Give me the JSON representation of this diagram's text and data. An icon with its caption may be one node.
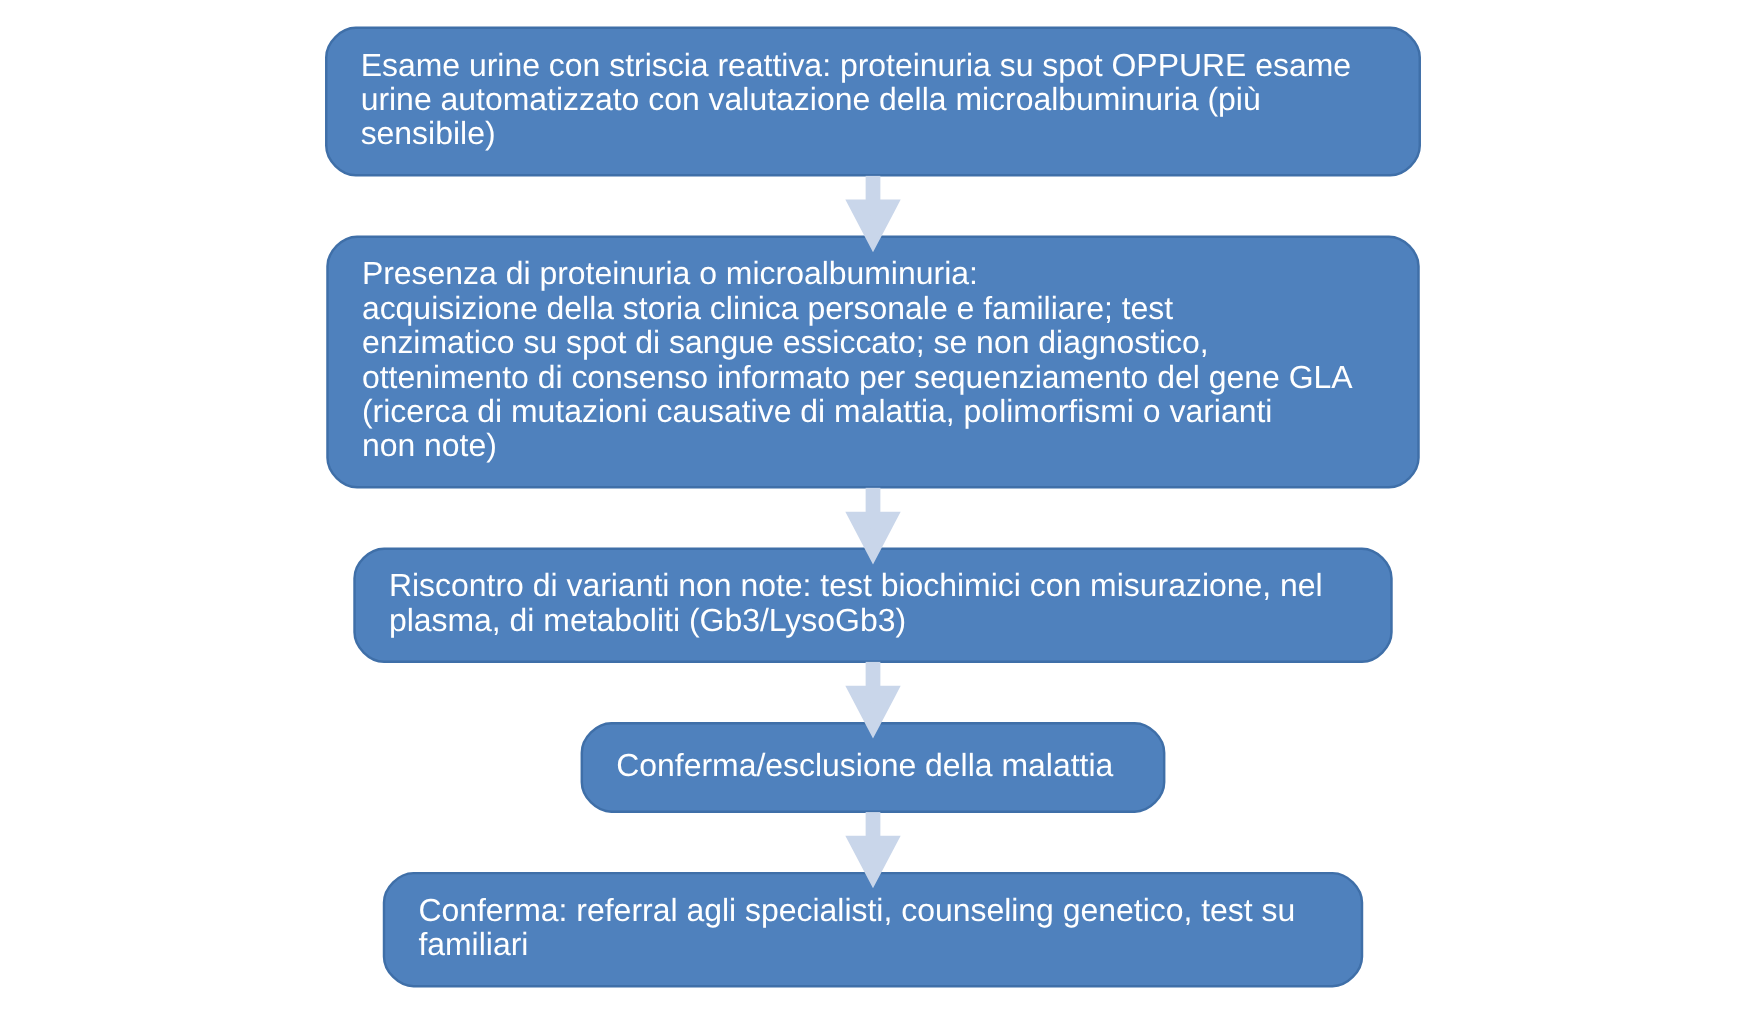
{
  "diagram": {
    "nodes": [
      {
        "text": [
          "Esame urine con striscia reattiva: proteinuria su spot OPPURE esame urine automatizzato con valutazione della microalbuminuria (più sensibile)"
        ]
      },
      {
        "text": [
          "Presenza di proteinuria o microalbuminuria:",
          "acquisizione della storia clinica personale e familiare; test enzimatico su spot di sangue essiccato; se non diagnostico, ottenimento di consenso informato per sequenziamento del gene GLA (ricerca di mutazioni causative di malattia, polimorfismi o varianti non note)"
        ]
      },
      {
        "text": [
          "Riscontro di varianti non note: test biochimici con misurazione, nel plasma, di metaboliti (Gb3/LysoGb3)"
        ]
      },
      {
        "text": [
          "Conferma/esclusione della malattia"
        ]
      },
      {
        "text": [
          "Conferma: referral agli specialisti, counseling genetico, test su familiari"
        ]
      }
    ],
    "edges": [
      {
        "from": 0,
        "to": 1,
        "arrow": "to"
      },
      {
        "from": 1,
        "to": 2,
        "arrow": "to"
      },
      {
        "from": 2,
        "to": 3,
        "arrow": "to"
      },
      {
        "from": 3,
        "to": 4,
        "arrow": "to"
      }
    ]
  }
}
